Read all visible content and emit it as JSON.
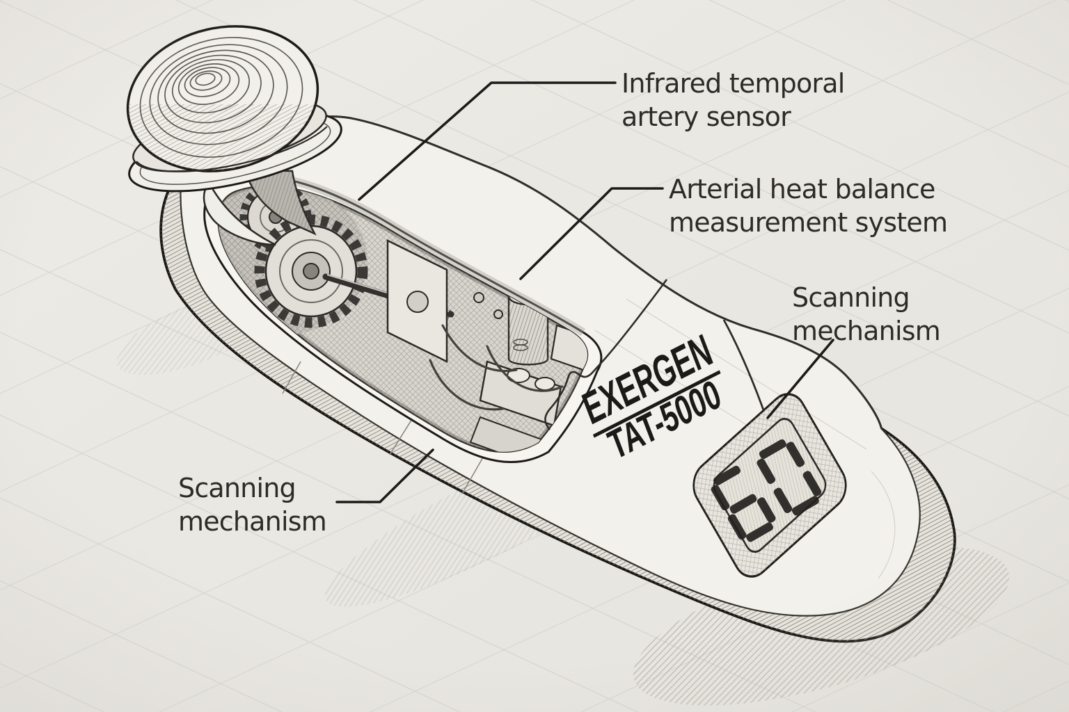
{
  "labels": {
    "infrared": {
      "line1": "Infrared temporal",
      "line2": "artery sensor"
    },
    "arterial": {
      "line1": "Arterial heat balance",
      "line2": "measurement system"
    },
    "scanning_top_right": {
      "line1": "Scanning",
      "line2": "mechanism"
    },
    "scanning_bottom_left": {
      "line1": "Scanning",
      "line2": "mechanism"
    }
  },
  "device": {
    "brand": "EXERGEN",
    "model": "TAT-5000",
    "display_value": "60",
    "display_style": "seven-segment"
  },
  "colors": {
    "paper": "#eae8e3",
    "ink": "#1d1b19",
    "label_text": "#2d2b28",
    "body_fill": "#f3f1eb",
    "segment": "#23211e"
  }
}
